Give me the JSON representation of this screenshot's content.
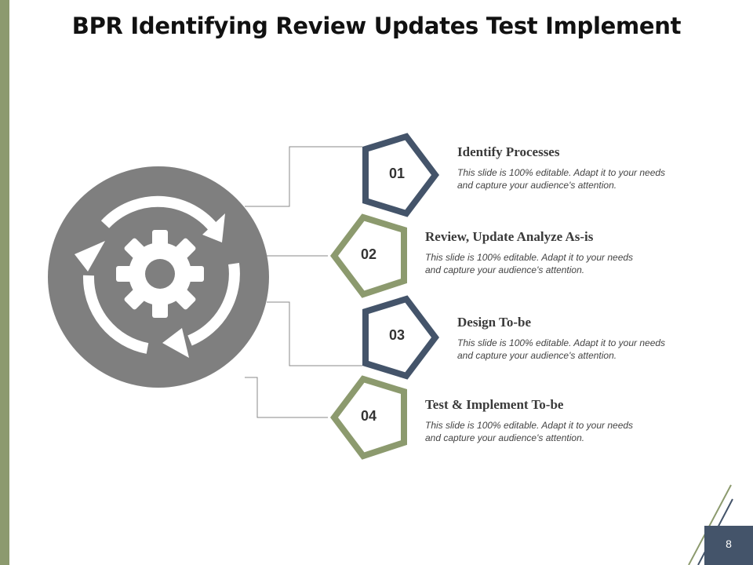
{
  "slide": {
    "title": "BPR Identifying Review Updates Test Implement",
    "page_number": "8"
  },
  "colors": {
    "navy": "#44546a",
    "olive": "#8c9a6e",
    "circle_gray": "#7f7f7f",
    "connector_gray": "#8a8a8a"
  },
  "center_icon": {
    "name": "gear-with-cycle-arrows-icon"
  },
  "steps": [
    {
      "number": "01",
      "title": "Identify Processes",
      "description": "This slide is 100% editable. Adapt it to your needs and capture your audience's attention.",
      "color": "navy"
    },
    {
      "number": "02",
      "title": "Review, Update Analyze As-is",
      "description": "This slide is 100% editable. Adapt it to your needs and capture your audience's attention.",
      "color": "olive"
    },
    {
      "number": "03",
      "title": "Design To-be",
      "description": "This slide is 100% editable. Adapt it to your needs and capture your audience's attention.",
      "color": "navy"
    },
    {
      "number": "04",
      "title": "Test & Implement To-be",
      "description": "This slide is 100% editable. Adapt it to your needs and capture your audience's attention.",
      "color": "olive"
    }
  ]
}
